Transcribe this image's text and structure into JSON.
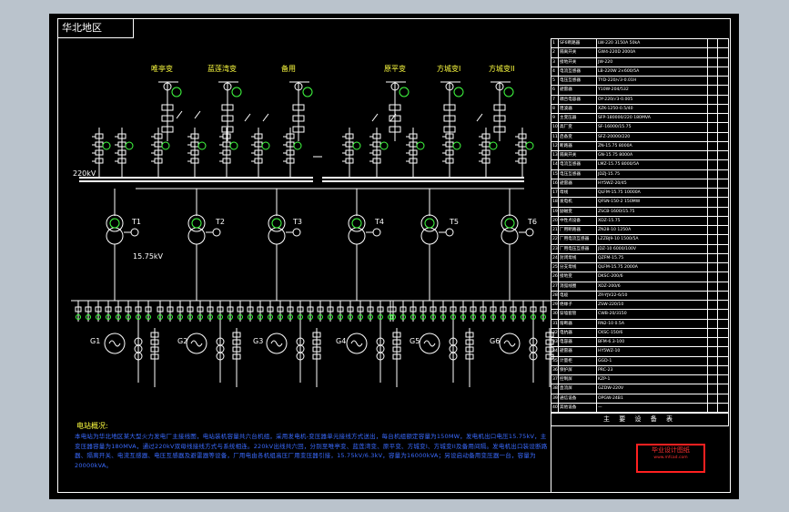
{
  "region_title": "华北地区",
  "feeders_left": [
    "唯亭变",
    "蓝莲湾变",
    "备用"
  ],
  "feeders_right": [
    "原平变",
    "方城变I",
    "方城变II"
  ],
  "busbar_voltage": "220kV",
  "generator_voltage": "15.75kV",
  "transformers": [
    "T1",
    "T2",
    "T3",
    "T4",
    "T5",
    "T6"
  ],
  "generators": [
    "G1",
    "G2",
    "G3",
    "G4",
    "G5",
    "G6"
  ],
  "notes_title": "电站概况:",
  "notes_text": "本电站为华北地区某大型火力发电厂主接线图，电站装机容量共六台机组，采用发电机-变压器单元接线方式送出，每台机组额定容量为150MW，发电机出口电压15.75kV，主变压器容量为180MVA，通过220kV双母线接线方式与系统相连。220kV出线共六回，分别至唯亭变、蓝莲湾变、原平变、方城变I、方城变II及备用间隔。发电机出口装设断路器、隔离开关、电流互感器、电压互感器及避雷器等设备，厂用电由各机组高压厂用变压器引接，15.75kV/6.3kV，容量为16000kVA；另设启动备用变压器一台，容量为20000kVA。",
  "equipment_table_title": "主 要 设 备 表",
  "equipment_rows_left": [
    "SF6断路器",
    "隔离开关",
    "接地开关",
    "电流互感器",
    "电压互感器",
    "避雷器",
    "耦合电容器",
    "阻波器",
    "主变压器",
    "高厂变",
    "启备变",
    "断路器",
    "隔离开关",
    "电流互感器",
    "电压互感器",
    "避雷器",
    "母线",
    "发电机",
    "励磁变",
    "中性点设备",
    "厂用断路器",
    "厂用电流互感器",
    "厂用电压互感器",
    "封闭母线",
    "分支母线",
    "接地变",
    "消弧线圈",
    "电缆",
    "绝缘子",
    "穿墙套管",
    "熔断器",
    "电抗器",
    "电容器",
    "避雷器",
    "计量柜",
    "保护屏",
    "控制屏",
    "直流屏",
    "通信设备",
    "其他设备"
  ],
  "equipment_rows_right": [
    "LW-220  3150A  50kA",
    "GW4-220D  2000A",
    "JW-220",
    "LB-220W  2×600/5A",
    "TYD-220/√3-0.01H",
    "Y10W-204/532",
    "OY-220/√3-0.005",
    "XZK-1250-0.5/40",
    "SFP-180000/220  180MVA",
    "SF-16000/15.75",
    "SFZ-20000/220",
    "ZN-15.75  8000A",
    "GN-15.75  8000A",
    "LMZ-15.75  8000/5A",
    "JDZJ-15.75",
    "HY5WZ-20/45",
    "QLFM-15.75  10000A",
    "QFSN-150-2  150MW",
    "ZSCB-1600/15.75",
    "XDZ-15.75",
    "ZN28-10  1250A",
    "LZZBJ9-10  1500/5A",
    "JDZ-10  6000/100V",
    "QZFM-15.75",
    "QLFM-15.75  2000A",
    "DKSC-200/6",
    "XDZ-200/6",
    "ZR-YJV22-6/10",
    "ZSW-220/10",
    "CWB-20/3150",
    "RN2-10  0.5A",
    "CKSC-150/6",
    "BFM-6.3-100",
    "HY5WZ-10",
    "GGD-1",
    "PRC-23",
    "KZP-1",
    "GZDW-220V",
    "OPGW-24B1",
    "—"
  ],
  "stamp_line1": "毕业设计图纸",
  "stamp_line2": "www.mfcad.com",
  "colors": {
    "background": "#bac3cc",
    "sheet": "#000000",
    "line": "#ffffff",
    "yellow": "#ffff40",
    "green": "#40ff40",
    "blue": "#3a6bff",
    "red": "#ff2020"
  }
}
